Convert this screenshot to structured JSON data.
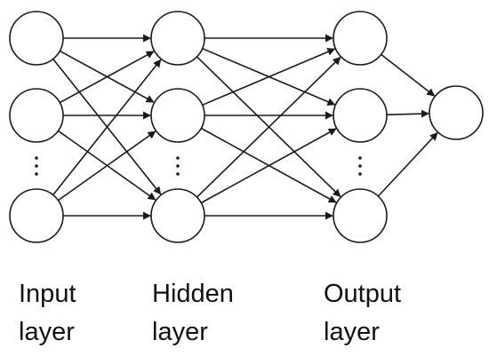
{
  "diagram": {
    "layers": [
      {
        "name": "input",
        "nodes": 3,
        "ellipsis": true,
        "label_line1": "Input",
        "label_line2": "layer"
      },
      {
        "name": "hidden",
        "nodes": 3,
        "ellipsis": true,
        "label_line1": "Hidden",
        "label_line2": "layer"
      },
      {
        "name": "output",
        "nodes": 3,
        "ellipsis": true,
        "label_line1": "Output",
        "label_line2": "layer"
      },
      {
        "name": "final",
        "nodes": 1,
        "ellipsis": false
      }
    ],
    "connections": "fully-connected between consecutive layers, arrows pointing right",
    "colors": {
      "stroke": "#1a1a1a",
      "background": "#ffffff"
    }
  }
}
